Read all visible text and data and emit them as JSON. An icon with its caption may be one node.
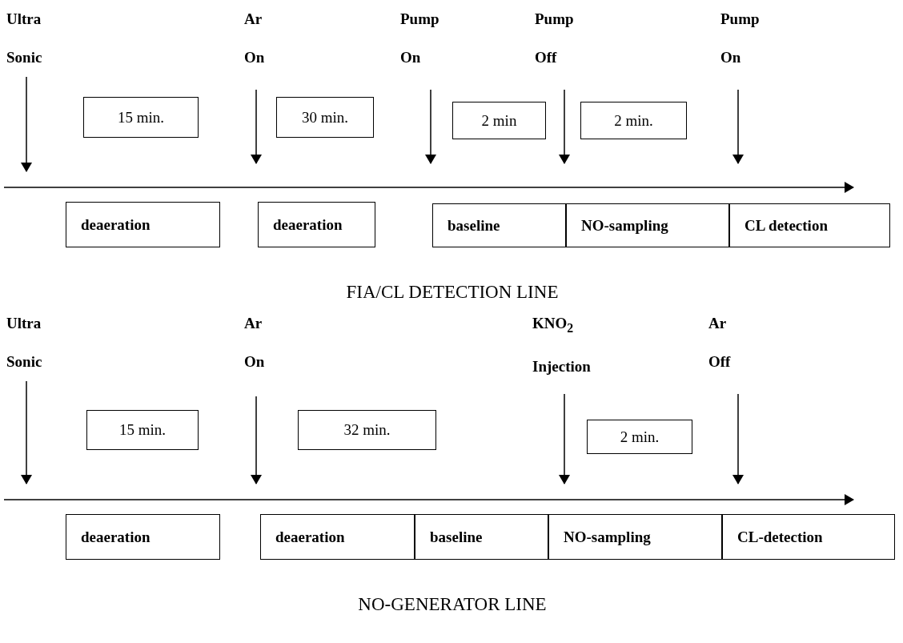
{
  "diagram": {
    "nodes": [
      {
        "text": [
          "Ultra Sonic"
        ]
      },
      {
        "text": [
          "Ar On"
        ]
      },
      {
        "text": [
          "Pump On"
        ]
      },
      {
        "text": [
          "Pump Off"
        ]
      },
      {
        "text": [
          "Pump On"
        ]
      },
      {
        "text": [
          "15 min."
        ]
      },
      {
        "text": [
          "30 min."
        ]
      },
      {
        "text": [
          "2 min"
        ]
      },
      {
        "text": [
          "2 min."
        ]
      },
      {
        "text": [
          "deaeration"
        ]
      },
      {
        "text": [
          "deaeration"
        ]
      },
      {
        "text": [
          "baseline"
        ]
      },
      {
        "text": [
          "NO-sampling"
        ]
      },
      {
        "text": [
          "CL detection"
        ]
      },
      {
        "text": [
          "Ultra Sonic"
        ]
      },
      {
        "text": [
          "Ar On"
        ]
      },
      {
        "text": [
          "KNO$_{2}$ Injection"
        ]
      },
      {
        "text": [
          "Ar Off"
        ]
      },
      {
        "text": [
          "15 min."
        ]
      },
      {
        "text": [
          "32 min."
        ]
      },
      {
        "text": [
          "2 min."
        ]
      },
      {
        "text": [
          "deaeration"
        ]
      },
      {
        "text": [
          "deaeration"
        ]
      },
      {
        "text": [
          "baseline"
        ]
      },
      {
        "text": [
          "NO-sampling"
        ]
      },
      {
        "text": [
          "CL-detection"
        ]
      }
    ],
    "edges": [
      {
        "from": 0,
        "to": null,
        "arrow": "to"
      },
      {
        "from": 1,
        "to": null,
        "arrow": "to"
      },
      {
        "from": 2,
        "to": null,
        "arrow": "to"
      },
      {
        "from": 3,
        "to": null,
        "arrow": "to"
      },
      {
        "from": 4,
        "to": null,
        "arrow": "to"
      },
      {
        "from": 14,
        "to": null,
        "arrow": "to"
      },
      {
        "from": 15,
        "to": null,
        "arrow": "to"
      },
      {
        "from": 16,
        "to": null,
        "arrow": "to"
      },
      {
        "from": 17,
        "to": null,
        "arrow": "to"
      }
    ],
    "labels": [
      "FIA/CL DETECTION LINE",
      "NO-GENERATOR LINE"
    ]
  }
}
